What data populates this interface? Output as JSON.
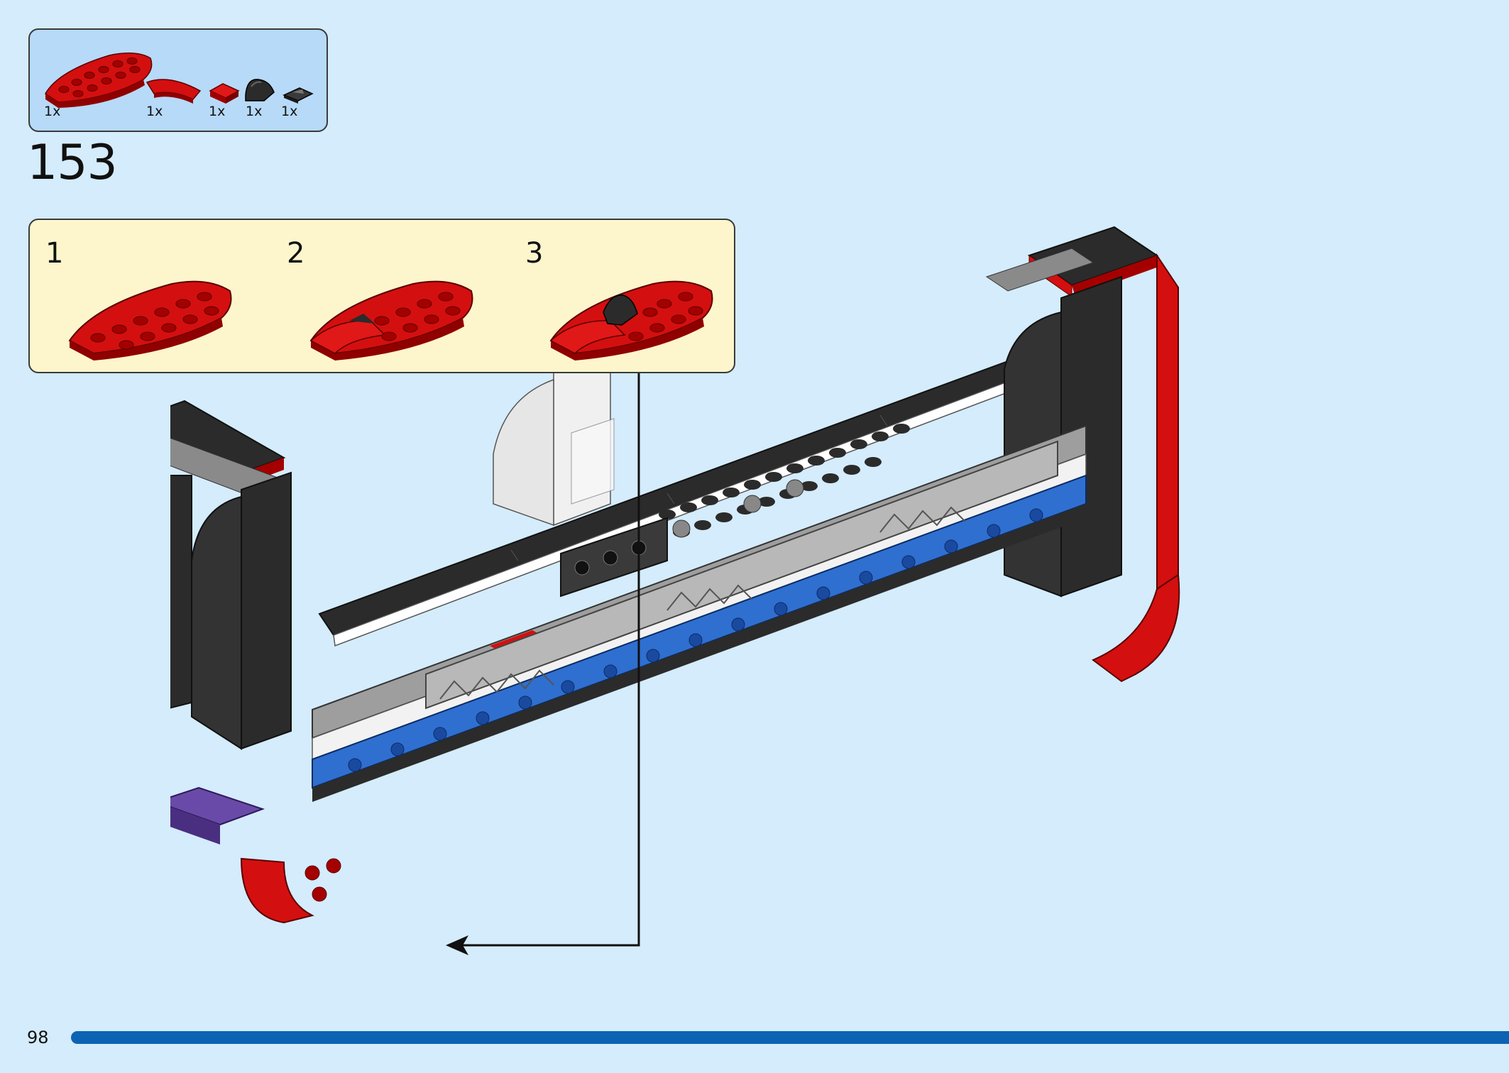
{
  "parts": [
    {
      "name": "red-curved-plate-2x6",
      "qty": "1x"
    },
    {
      "name": "red-curved-arc-tile",
      "qty": "1x"
    },
    {
      "name": "red-tile-1x1",
      "qty": "1x"
    },
    {
      "name": "black-curved-slope",
      "qty": "1x"
    },
    {
      "name": "black-wedge-tile",
      "qty": "1x"
    }
  ],
  "step": "153",
  "substeps": [
    "1",
    "2",
    "3"
  ],
  "page_number": "98",
  "colors": {
    "background": "#d4ecfc",
    "parts_box": "#b7daf8",
    "substep_box": "#fdf5cc",
    "brick_red": "#d40f0f",
    "brick_black": "#2b2b2b",
    "brick_grey": "#9e9e9e",
    "brick_blue": "#2f6fd0",
    "progress": "#0d63b3"
  }
}
